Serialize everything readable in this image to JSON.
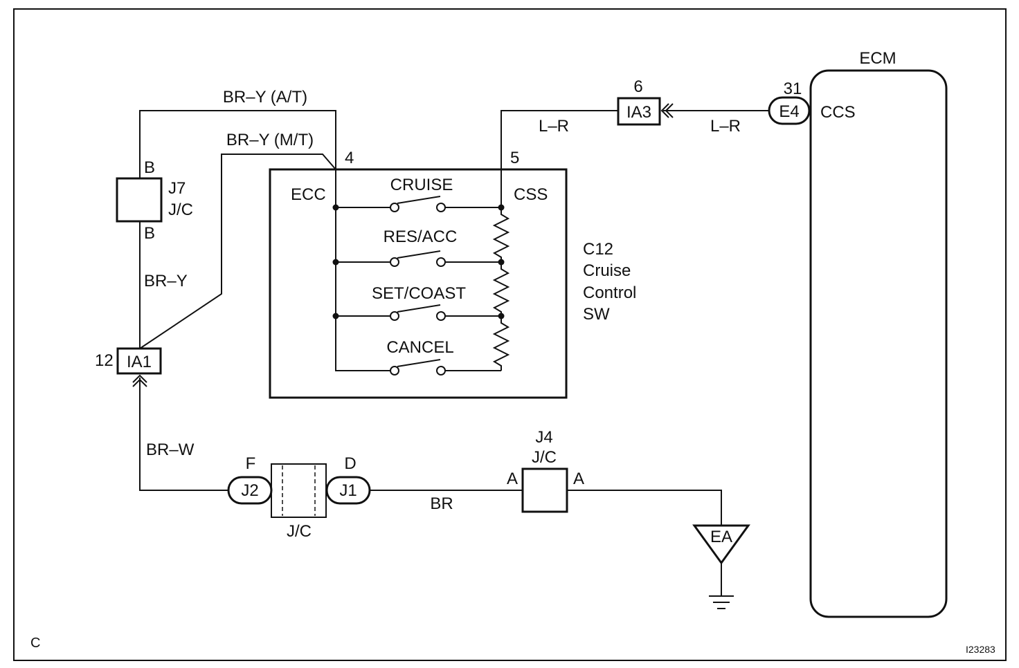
{
  "ecm": {
    "label": "ECM",
    "pin": "31",
    "connector": "E4",
    "terminal": "CCS"
  },
  "ia3": {
    "pin": "6",
    "connector": "IA3"
  },
  "wires": {
    "lr_left": "L–R",
    "lr_right": "L–R",
    "bry_at": "BR–Y (A/T)",
    "bry_mt": "BR–Y (M/T)",
    "bry": "BR–Y",
    "brw": "BR–W",
    "br": "BR"
  },
  "j7": {
    "name": "J7",
    "type": "J/C",
    "top": "B",
    "bottom": "B"
  },
  "ia1": {
    "pin": "12",
    "connector": "IA1"
  },
  "switch": {
    "pin_ecc": "4",
    "pin_css": "5",
    "ecc": "ECC",
    "css": "CSS",
    "contacts": [
      "CRUISE",
      "RES/ACC",
      "SET/COAST",
      "CANCEL"
    ],
    "title": [
      "C12",
      "Cruise",
      "Control",
      "SW"
    ]
  },
  "jc_block": {
    "left_pin": "F",
    "left_conn": "J2",
    "right_pin": "D",
    "right_conn": "J1",
    "label": "J/C"
  },
  "j4": {
    "name": "J4",
    "type": "J/C",
    "left": "A",
    "right": "A"
  },
  "ground": {
    "label": "EA"
  },
  "footer": {
    "corner": "C",
    "code": "I23283"
  }
}
